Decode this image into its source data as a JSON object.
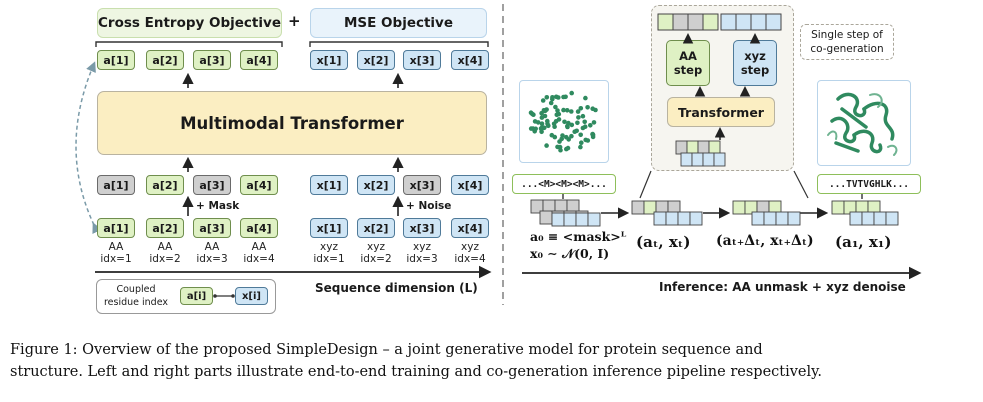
{
  "left": {
    "ce_objective": "Cross Entropy Objective",
    "plus": "+",
    "mse_objective": "MSE Objective",
    "transformer": "Multimodal Transformer",
    "aa_outputs": [
      "a[1]",
      "a[2]",
      "a[3]",
      "a[4]"
    ],
    "xyz_outputs": [
      "x[1]",
      "x[2]",
      "x[3]",
      "x[4]"
    ],
    "aa_masked": [
      "a[1]",
      "a[2]",
      "a[3]",
      "a[4]"
    ],
    "xyz_noised": [
      "x[1]",
      "x[2]",
      "x[3]",
      "x[4]"
    ],
    "aa_inputs": [
      "a[1]",
      "a[2]",
      "a[3]",
      "a[4]"
    ],
    "xyz_inputs": [
      "x[1]",
      "x[2]",
      "x[3]",
      "x[4]"
    ],
    "mask_label": "+ Mask",
    "noise_label": "+ Noise",
    "aa_sub": [
      {
        "top": "AA",
        "bottom": "idx=1"
      },
      {
        "top": "AA",
        "bottom": "idx=2"
      },
      {
        "top": "AA",
        "bottom": "idx=3"
      },
      {
        "top": "AA",
        "bottom": "idx=4"
      }
    ],
    "xyz_sub": [
      {
        "top": "xyz",
        "bottom": "idx=1"
      },
      {
        "top": "xyz",
        "bottom": "idx=2"
      },
      {
        "top": "xyz",
        "bottom": "idx=3"
      },
      {
        "top": "xyz",
        "bottom": "idx=4"
      }
    ],
    "legend_title_1": "Coupled",
    "legend_title_2": "residue index",
    "legend_a": "a[i]",
    "legend_x": "x[i]",
    "seq_dim": "Sequence dimension (L)"
  },
  "right": {
    "aa_step": [
      "AA",
      "step"
    ],
    "xyz_step": [
      "xyz",
      "step"
    ],
    "transformer": "Transformer",
    "single_step": [
      "Single step of",
      "co-generation"
    ],
    "masked_seq": "...<M><M><M>...",
    "final_seq": "...TVTVGHLK...",
    "init_a": "a₀ ≡ <mask>ᴸ",
    "init_x": "x₀ ∼ 𝒩(0, I)",
    "state_t": "(aₜ, xₜ)",
    "state_t_dt": "(aₜ₊Δₜ, xₜ₊Δₜ)",
    "state_1": "(a₁, x₁)",
    "inference": "Inference: AA unmask + xyz denoise"
  },
  "caption": {
    "line1": "Figure 1:  Overview of the proposed SimpleDesign – a joint generative model for protein sequence and",
    "line2": "structure.  Left and right parts illustrate end-to-end training and co-generation inference pipeline respectively."
  },
  "colors": {
    "aa": "#dff1c4",
    "xyz": "#cfe5f5",
    "masked": "#cfcfcf",
    "transformer": "#fbeec2",
    "protein": "#2f8a5f"
  }
}
